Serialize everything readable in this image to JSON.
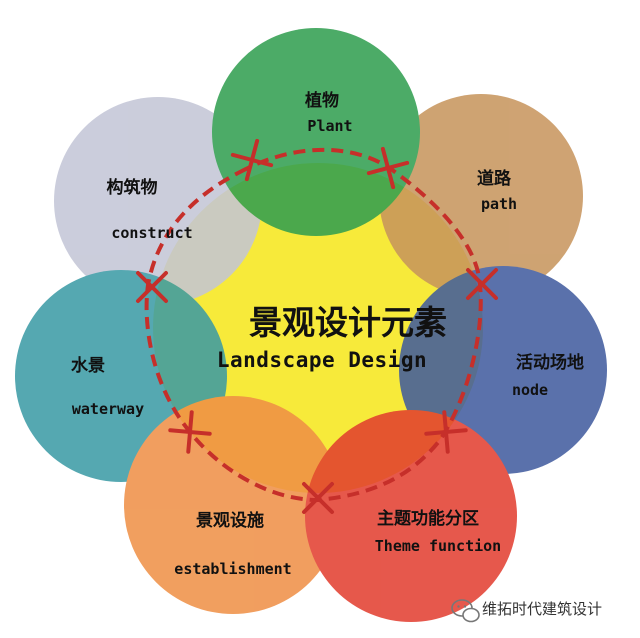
{
  "center": {
    "title_cn": "景观设计元素",
    "title_en": "Landscape Design",
    "color": "#f7ea3a"
  },
  "elements": [
    {
      "id": "plant",
      "cn": "植物",
      "en": "Plant",
      "color": "#2f9e4f"
    },
    {
      "id": "path",
      "cn": "道路",
      "en": "path",
      "color": "#c7945c"
    },
    {
      "id": "node",
      "cn": "活动场地",
      "en": "node",
      "color": "#3f5a9e"
    },
    {
      "id": "theme",
      "cn": "主题功能分区",
      "en": "Theme function",
      "color": "#e23d2e"
    },
    {
      "id": "establishment",
      "cn": "景观设施",
      "en": "establishment",
      "color": "#ef8f45"
    },
    {
      "id": "waterway",
      "cn": "水景",
      "en": "waterway",
      "color": "#3a9aa5"
    },
    {
      "id": "construct",
      "cn": "构筑物",
      "en": "construct",
      "color": "#c3c5d6"
    }
  ],
  "connector_color": "#c62f2a",
  "watermark": {
    "text": "维拓时代建筑设计",
    "icon": "wechat-icon"
  }
}
